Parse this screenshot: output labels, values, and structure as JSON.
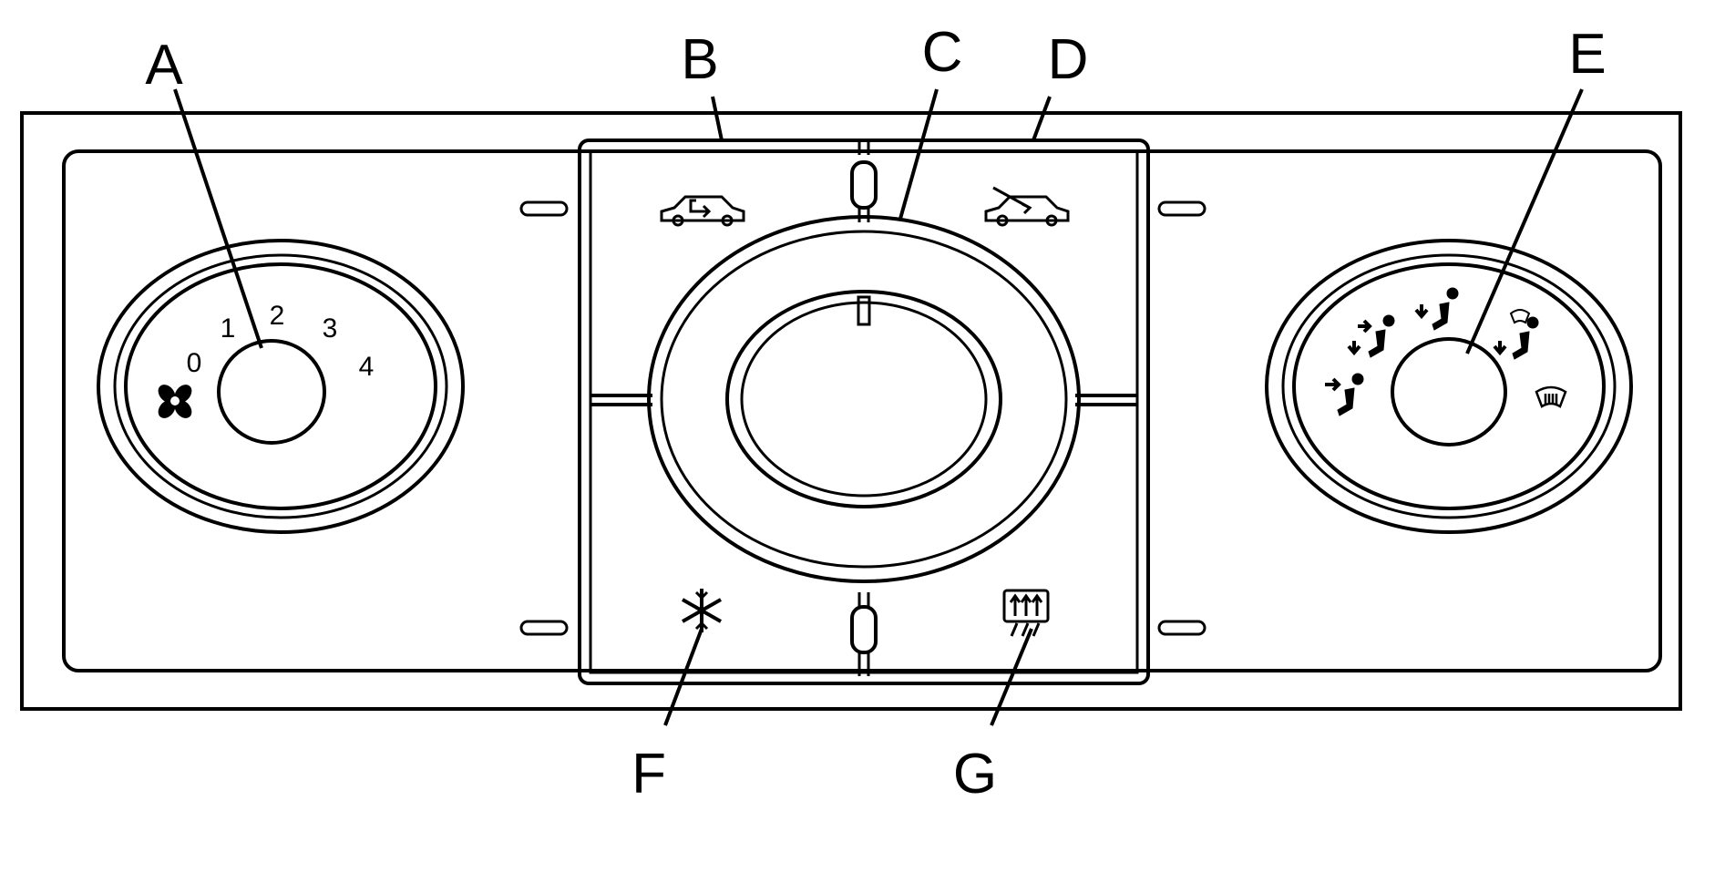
{
  "callouts": {
    "a": "A",
    "b": "B",
    "c": "C",
    "d": "D",
    "e": "E",
    "f": "F",
    "g": "G"
  },
  "fan_dial": {
    "levels": [
      "0",
      "1",
      "2",
      "3",
      "4"
    ],
    "icon": "fan-icon"
  },
  "air_mode_icons": {
    "recirculation": "recirculation-icon",
    "outside_air": "outside-air-icon"
  },
  "button_icons": {
    "air_conditioning": "snowflake-icon",
    "rear_defrost": "rear-defrost-icon"
  },
  "mode_dial_icons": [
    "vent-icon",
    "bi-level-icon",
    "floor-icon",
    "defog-icon",
    "defrost-icon"
  ]
}
